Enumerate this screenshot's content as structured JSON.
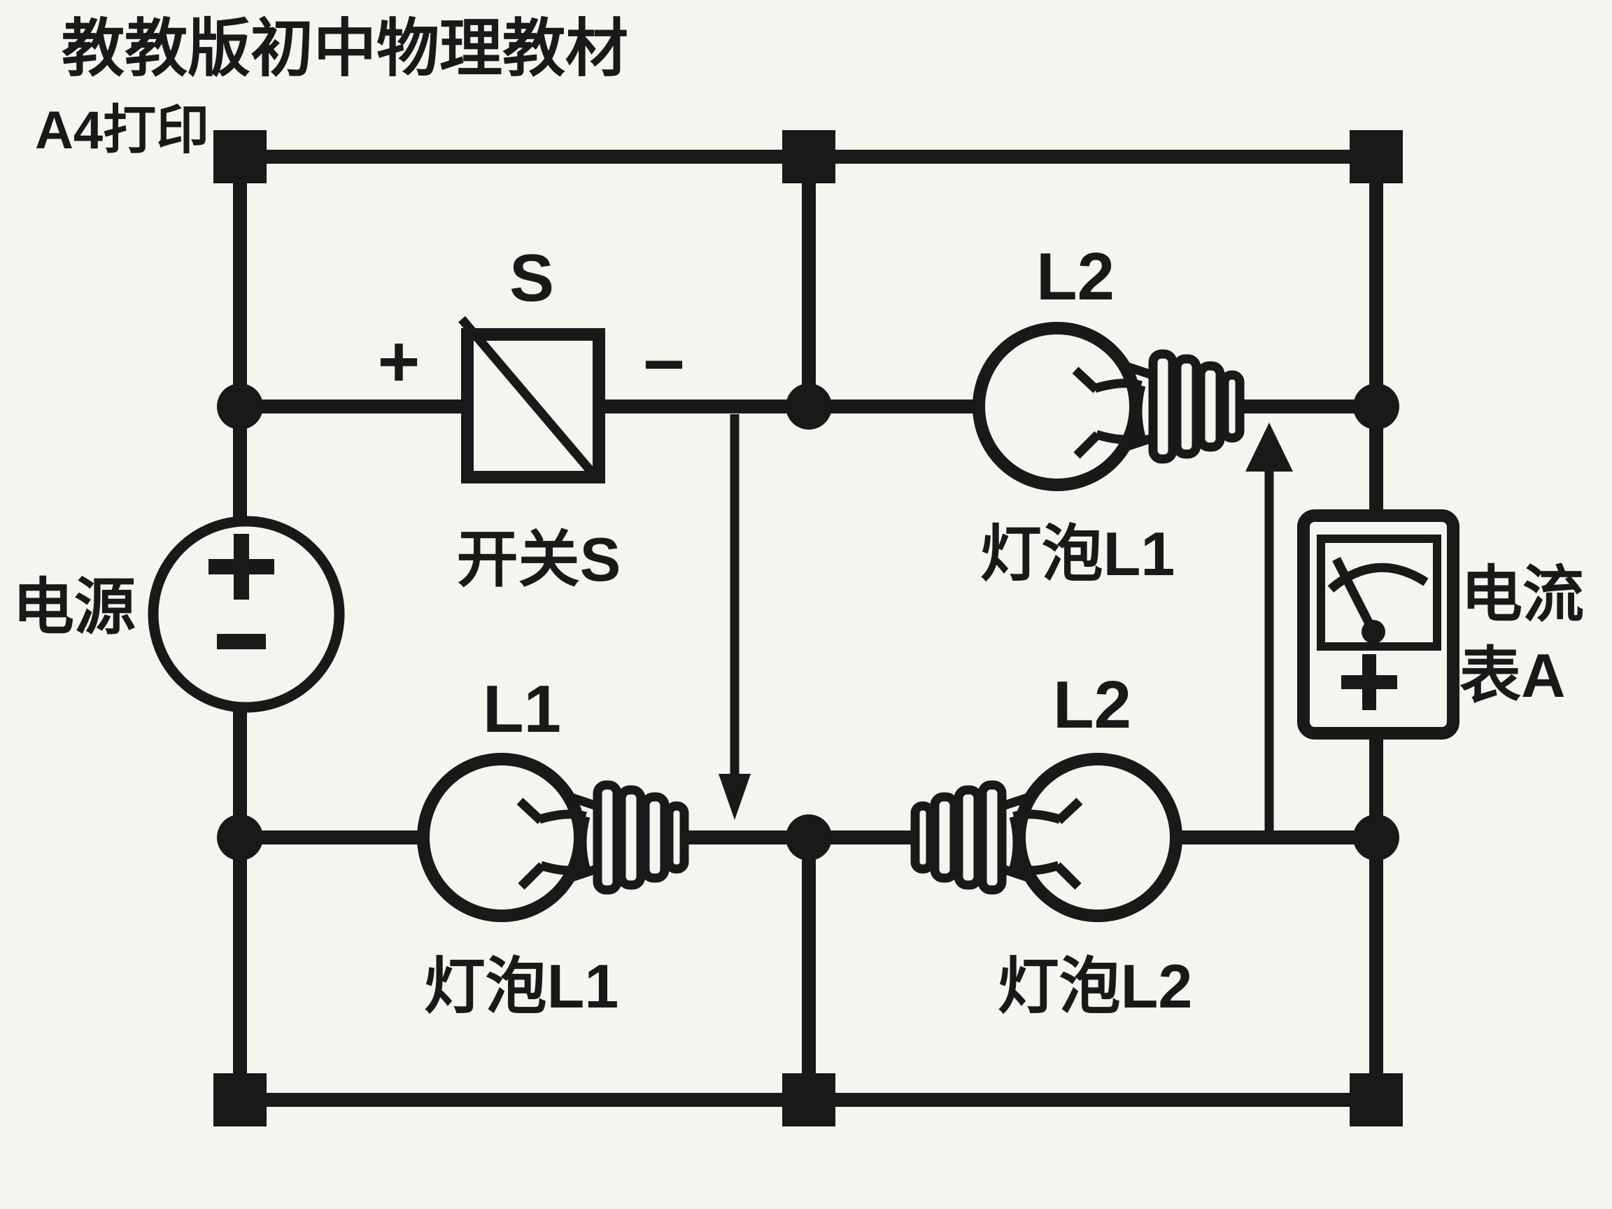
{
  "page": {
    "title_line1": "教教版初中物理教材",
    "title_line2": "A4打印"
  },
  "colors": {
    "ink": "#191919",
    "paper": "#f6f4ef"
  },
  "components": {
    "power_source": {
      "caption": "电源",
      "plus": "+",
      "minus": "−"
    },
    "switch": {
      "symbol_label": "S",
      "plus": "+",
      "minus": "−",
      "caption": "开关S"
    },
    "bulb_top_right": {
      "symbol_label": "L2",
      "caption": "灯泡L1"
    },
    "bulb_bottom_left": {
      "symbol_label": "L1",
      "caption": "灯泡L1"
    },
    "bulb_bottom_right": {
      "symbol_label": "L2",
      "caption": "灯泡L2"
    },
    "ammeter": {
      "caption_line1": "电流",
      "caption_line2": "表A",
      "plus": "+"
    }
  }
}
